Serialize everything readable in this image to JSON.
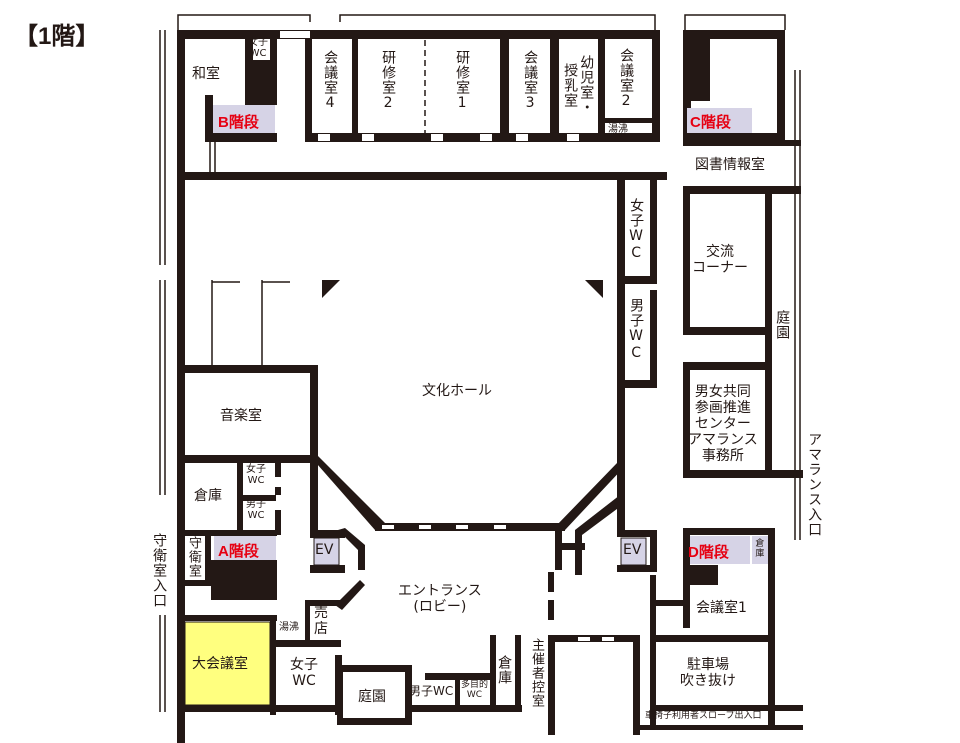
{
  "title": "【1階】",
  "colors": {
    "wall": "#231815",
    "stair": "#d6d3e6",
    "highlight": "#ffff7f",
    "stair_text": "#e60012"
  },
  "rooms": {
    "washitsu": "和室",
    "wc_women_b": "女子\nWC",
    "kaigi4": "会議室4",
    "kenshu2": "研修室2",
    "kenshu1": "研修室1",
    "kaigi3": "会議室3",
    "yoji": "幼児室・授乳室",
    "kaigi2": "会議室2",
    "yuwakashi_top": "湯沸",
    "library": "図書情報室",
    "wc_women_hall": "女子WC",
    "wc_men_hall": "男子WC",
    "koryu": "交流\nコーナー",
    "garden_right": "庭園",
    "danjo": "男女共同\n参画推進\nセンター\nアマランス\n事務所",
    "hall": "文化ホール",
    "music": "音楽室",
    "souko_left": "倉庫",
    "wc_women_a": "女子\nWC",
    "wc_men_a": "男子\nWC",
    "guard": "守衛室",
    "ev_left": "EV",
    "ev_right": "EV",
    "souko_d": "倉庫",
    "entrance": "エントランス\n(ロビー)",
    "daikaigi": "大会議室",
    "yuwakashi_bottom": "湯沸",
    "shop": "売\n店",
    "wc_women_bottom": "女子\nWC",
    "garden_bottom": "庭園",
    "wc_men_bottom": "男子WC",
    "tamokuteki": "多目的\nWC",
    "souko_bottom": "倉庫",
    "host_room": "主催者控室",
    "kaigi1": "会議室1",
    "parking": "駐車場\n吹き抜け"
  },
  "stairs": {
    "a": "A階段",
    "b": "B階段",
    "c": "C階段",
    "d": "D階段"
  },
  "entrances": {
    "guard_entrance": "守衛室入口",
    "amaranth_entrance": "アマランス入口",
    "slope": "車椅子利用者スロープ出入口"
  }
}
